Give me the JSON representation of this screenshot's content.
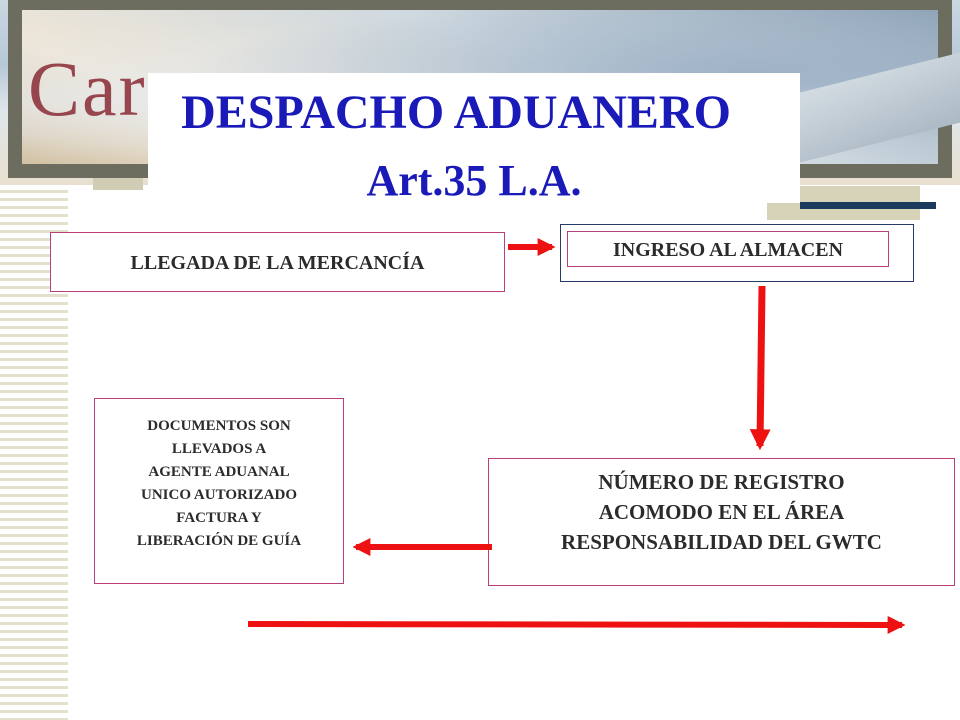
{
  "title": {
    "line1": "DESPACHO ADUANERO",
    "line2": "Art.35 L.A."
  },
  "banner": {
    "logo_text": "Care"
  },
  "flow": {
    "llegada": "LLEGADA DE LA MERCANCÍA",
    "ingreso": "INGRESO AL ALMACEN",
    "registro": [
      "NÚMERO DE REGISTRO",
      "ACOMODO EN EL ÁREA",
      "RESPONSABILIDAD DEL GWTC"
    ],
    "documentos": [
      "DOCUMENTOS SON",
      "LLEVADOS A",
      "AGENTE ADUANAL",
      "UNICO AUTORIZADO",
      "FACTURA Y",
      "LIBERACIÓN DE GUÍA"
    ]
  },
  "colors": {
    "title": "#1a1ab8",
    "arrow": "#ee1111",
    "box_border": "#b9407a"
  }
}
